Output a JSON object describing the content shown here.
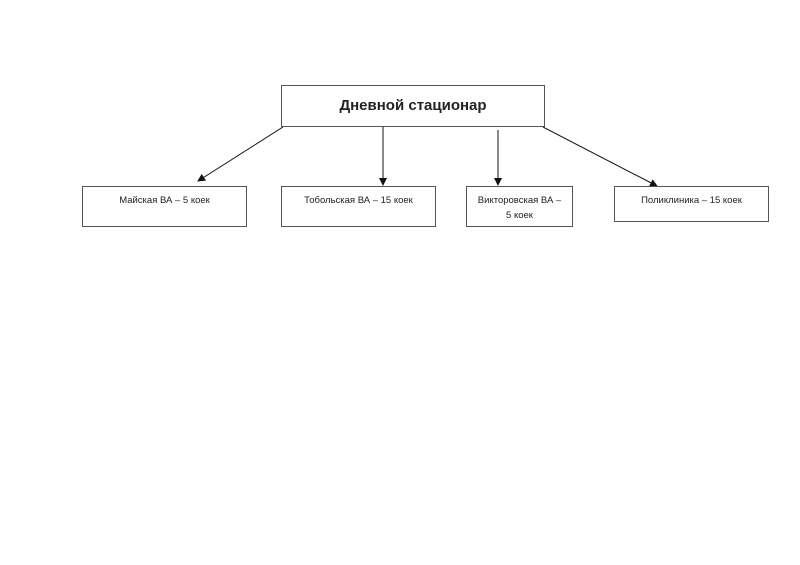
{
  "root": {
    "label": "Дневной стационар"
  },
  "children": [
    {
      "label": "Майская ВА – 5 коек"
    },
    {
      "label": "Тобольская  ВА – 15 коек"
    },
    {
      "label": "Викторовская ВА – 5 коек"
    },
    {
      "label": "Поликлиника – 15 коек"
    }
  ]
}
